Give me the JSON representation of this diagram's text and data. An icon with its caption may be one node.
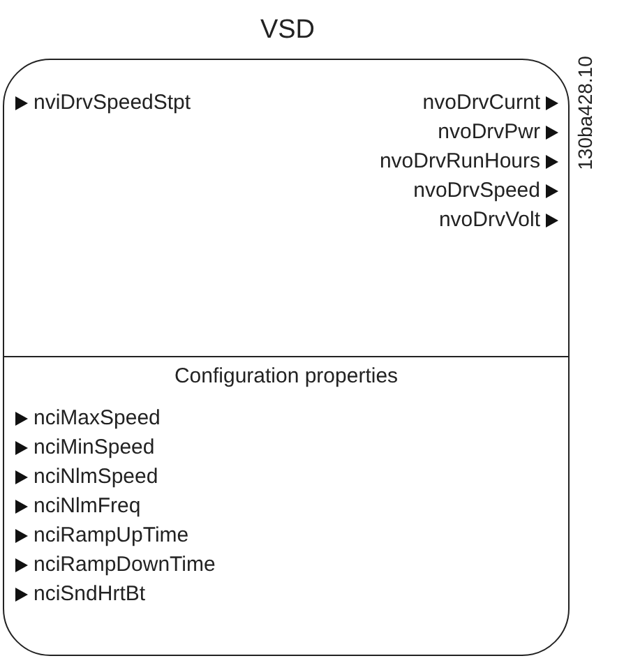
{
  "diagram": {
    "nodes": [
      {
        "text": [
          "VSD"
        ]
      },
      {
        "text": [
          "nviDrvSpeedStpt",
          "nvoDrvCurnt",
          "nvoDrvPwr",
          "nvoDrvRunHours",
          "nvoDrvSpeed",
          "nvoDrvVolt"
        ],
        "in": 0
      },
      {
        "text": [
          "Configuration properties",
          "nciMaxSpeed",
          "nciMinSpeed",
          "nciNlmSpeed",
          "nciNlmFreq",
          "nciRampUpTime",
          "nciRampDownTime",
          "nciSndHrtBt"
        ],
        "in": 0
      }
    ],
    "edges": [],
    "labels": [
      "130ba428.10"
    ]
  }
}
